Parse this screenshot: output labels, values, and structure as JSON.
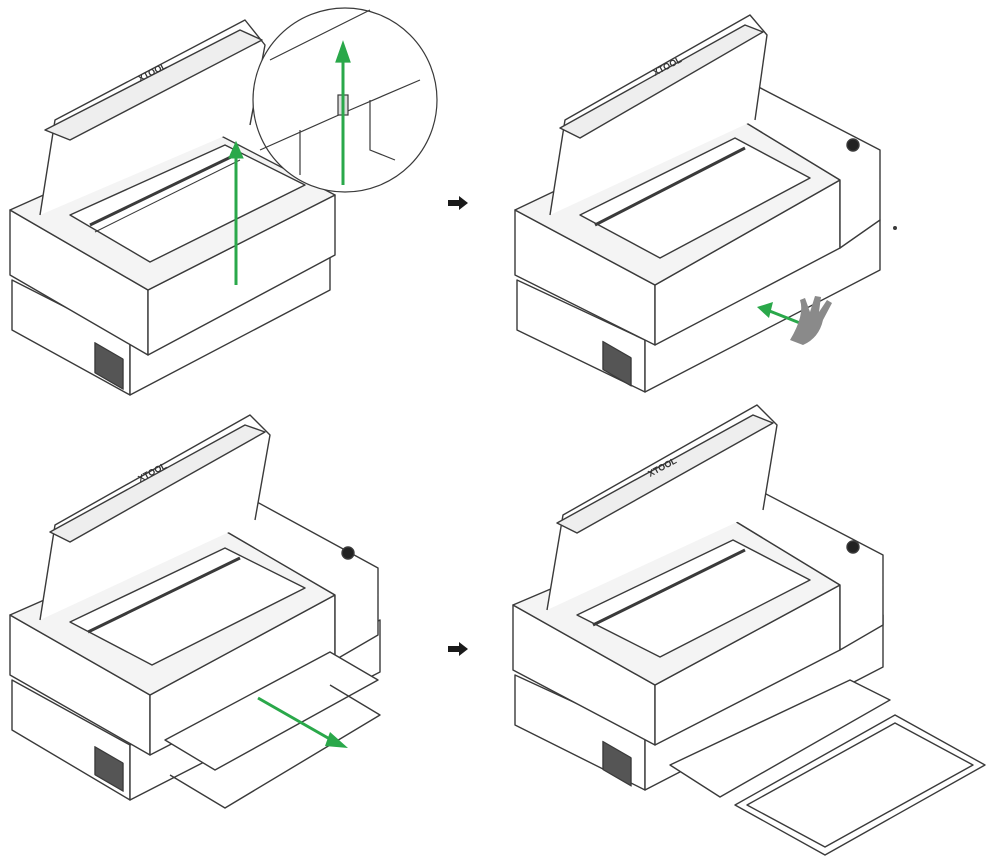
{
  "brand": {
    "logo_text": "XTOOL"
  },
  "colors": {
    "line": "#3a3a3a",
    "fill": "#ffffff",
    "shade": "#e9e9e9",
    "accent_green": "#2aa84a",
    "hand": "#8a8a8a",
    "step_arrow": "#1a1a1a"
  },
  "icons": {
    "step_arrow": "right-arrow-icon",
    "hand": "hand-icon",
    "green_arrow": "green-arrow-icon",
    "screw": "screw-icon",
    "zoom_circle": "magnifier-callout"
  },
  "steps": [
    {
      "id": 1,
      "action": "remove-screws",
      "has_callout": true
    },
    {
      "id": 2,
      "action": "open-side-cover",
      "has_hand": true
    },
    {
      "id": 3,
      "action": "pull-out-tray"
    },
    {
      "id": 4,
      "action": "tray-removed"
    }
  ]
}
